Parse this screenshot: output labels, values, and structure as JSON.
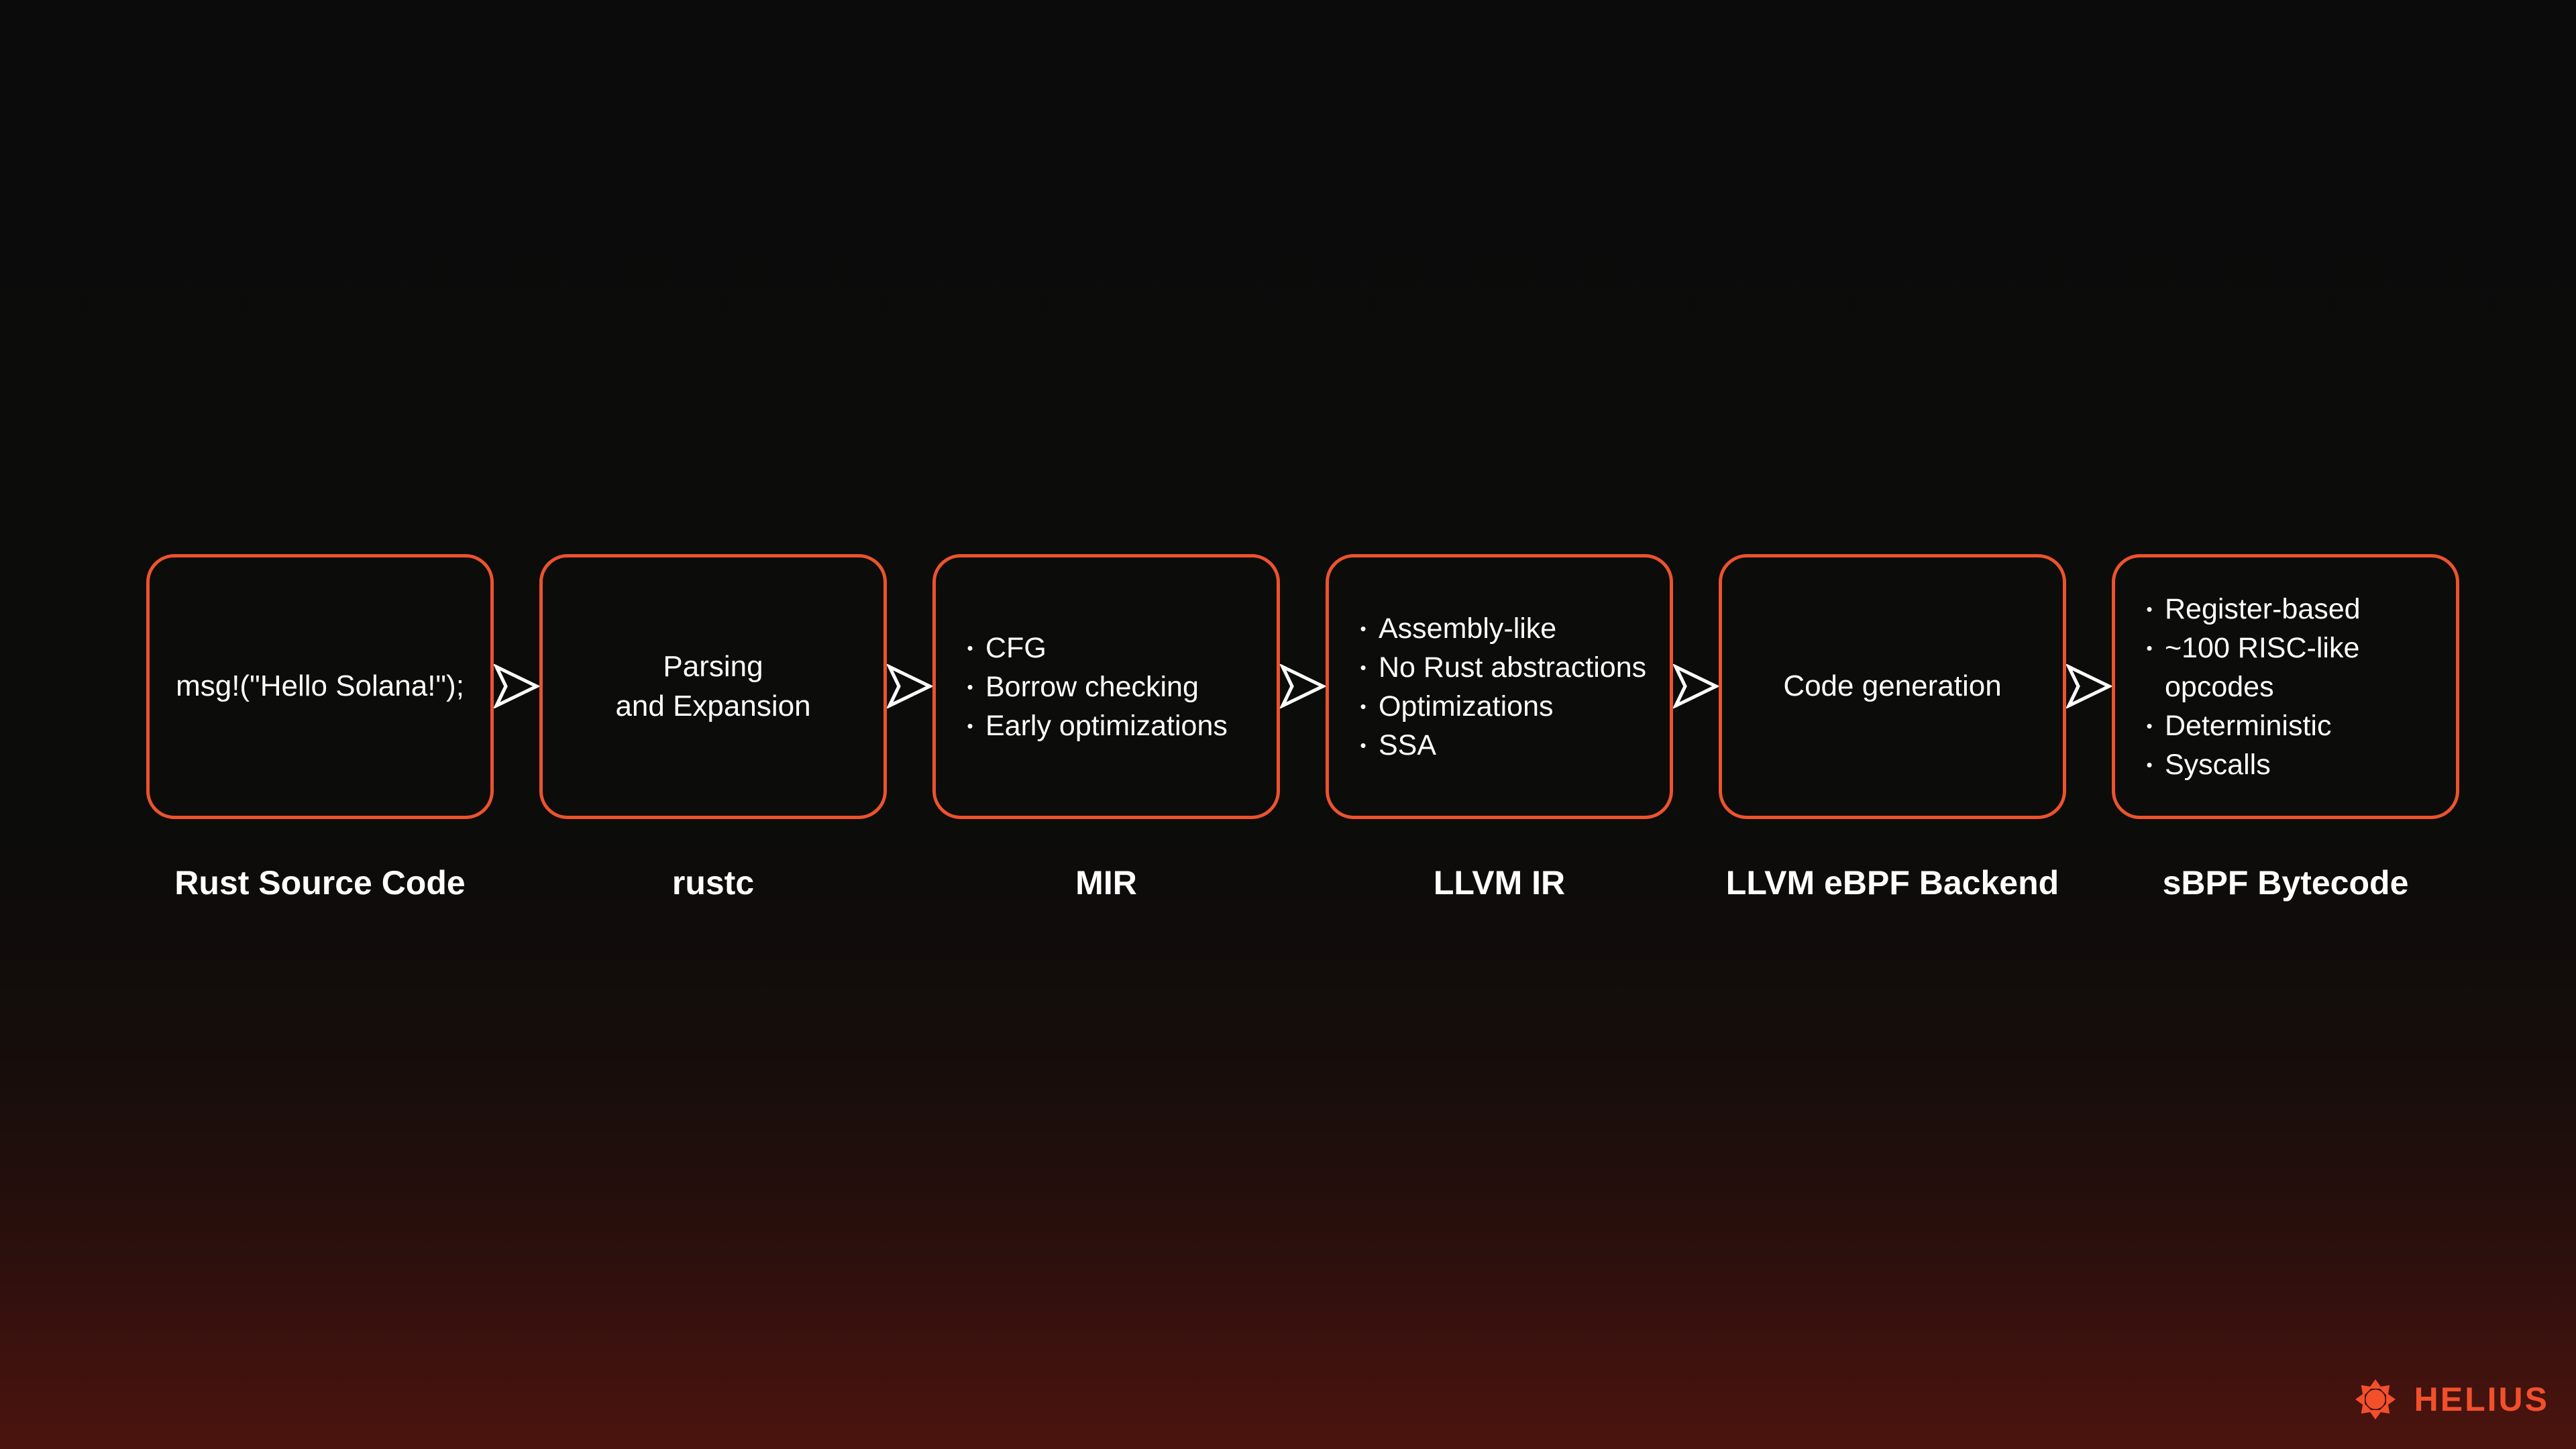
{
  "colors": {
    "box_border": "#EC532D",
    "arrow": "#FFFFFF",
    "text": "#FFFFFF",
    "brand": "#F1502B",
    "background_top": "#0B0B0B",
    "background_bottom": "#4C140E"
  },
  "pipeline": {
    "bullet_char": "•",
    "stages": [
      {
        "id": "rust-source-code",
        "content_type": "code",
        "text": "msg!(\"Hello Solana!\");",
        "label": "Rust Source Code"
      },
      {
        "id": "rustc",
        "content_type": "text",
        "text": "Parsing\nand Expansion",
        "label": "rustc"
      },
      {
        "id": "mir",
        "content_type": "bullets",
        "bullets": [
          "CFG",
          "Borrow checking",
          "Early optimizations"
        ],
        "label": "MIR"
      },
      {
        "id": "llvm-ir",
        "content_type": "bullets",
        "bullets": [
          "Assembly-like",
          "No Rust abstractions",
          "Optimizations",
          "SSA"
        ],
        "label": "LLVM IR"
      },
      {
        "id": "llvm-ebpf-backend",
        "content_type": "text",
        "text": "Code generation",
        "label": "LLVM eBPF Backend"
      },
      {
        "id": "sbpf-bytecode",
        "content_type": "bullets",
        "bullets": [
          "Register-based",
          "~100 RISC-like\nopcodes",
          "Deterministic",
          "Syscalls"
        ],
        "label": "sBPF Bytecode"
      }
    ]
  },
  "footer": {
    "brand_name": "HELIUS",
    "logo": "helius-sun-icon"
  }
}
